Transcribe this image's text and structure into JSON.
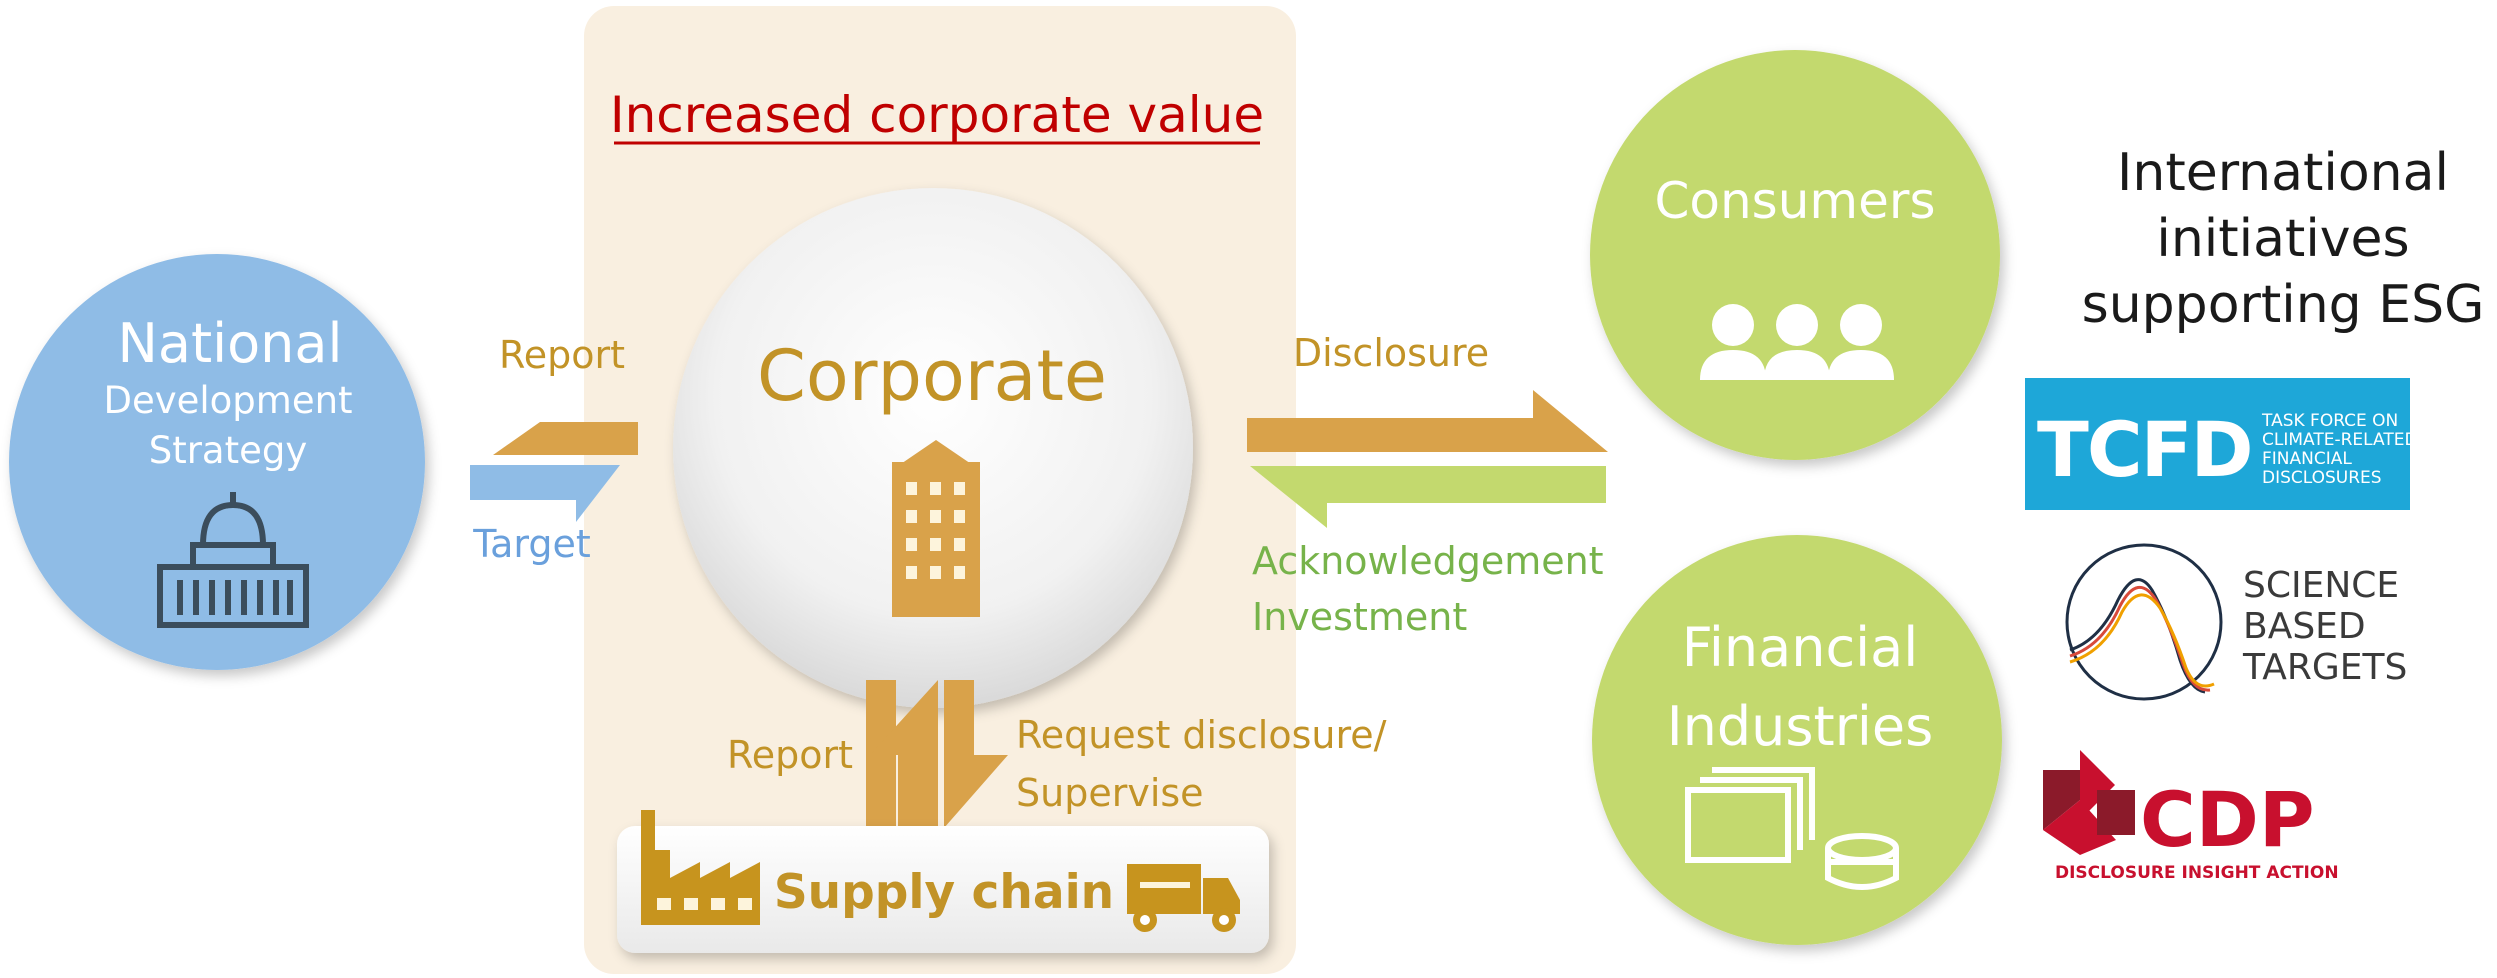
{
  "diagram": {
    "panel_heading": "Increased corporate value",
    "national": {
      "title": "National",
      "line2": "Development",
      "line3": "Strategy"
    },
    "corporate": {
      "title": "Corporate"
    },
    "arrows_left": {
      "report": "Report",
      "target": "Target"
    },
    "arrows_right": {
      "disclosure": "Disclosure",
      "acknowledgement": "Acknowledgement",
      "investment": "Investment"
    },
    "arrows_bottom": {
      "report": "Report",
      "request_line1": "Request disclosure/",
      "request_line2": "Supervise"
    },
    "supply_chain": {
      "label": "Supply chain"
    },
    "consumers": {
      "label": "Consumers"
    },
    "financial": {
      "line1": "Financial",
      "line2": "Industries"
    },
    "international": {
      "line1": "International",
      "line2": "initiatives",
      "line3": "supporting ESG"
    },
    "logos": {
      "tcfd": {
        "mark": "TCFD",
        "line1": "TASK FORCE ON",
        "line2": "CLIMATE-RELATED",
        "line3": "FINANCIAL",
        "line4": "DISCLOSURES"
      },
      "sbt": {
        "line1": "SCIENCE",
        "line2": "BASED",
        "line3": "TARGETS"
      },
      "cdp": {
        "mark": "CDP",
        "tagline": "DISCLOSURE INSIGHT ACTION"
      }
    },
    "colors": {
      "panel": "#f9efe0",
      "gold": "#d9a24a",
      "gold_text": "#c29327",
      "blue_circle": "#8fbce6",
      "blue_text": "#6aa0dc",
      "green_circle": "#c3d96e",
      "green_text": "#77b34a",
      "heading_red": "#c00000",
      "tcfd_blue": "#1ea7d8",
      "cdp_red": "#c8102e",
      "icon_dark": "#3b4d5c"
    }
  }
}
